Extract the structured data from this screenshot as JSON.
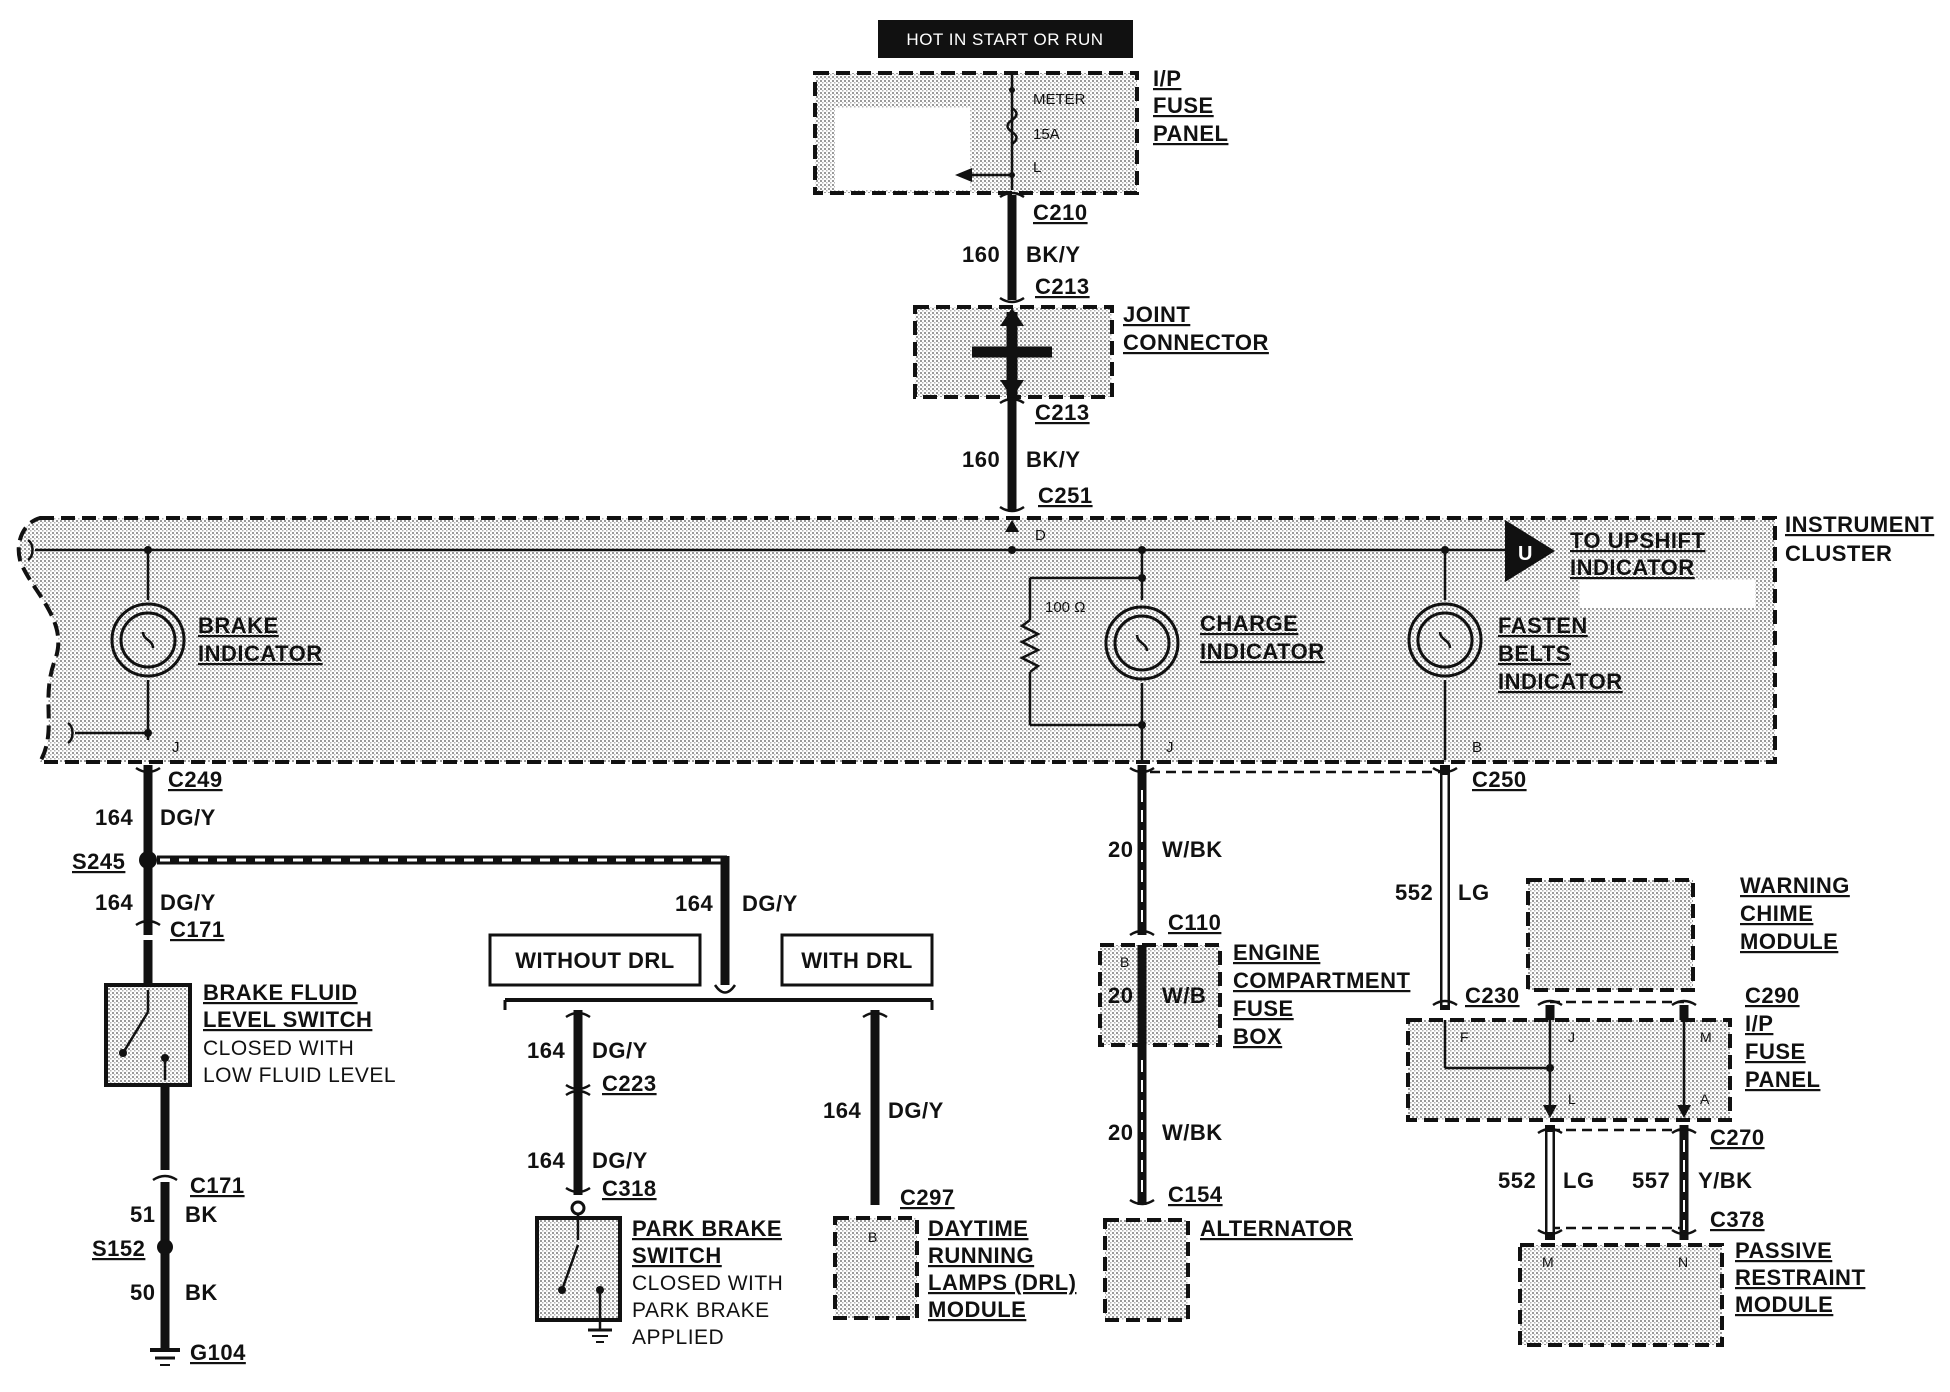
{
  "header": {
    "text": "HOT IN START OR RUN"
  },
  "fuse_panel_top": {
    "name": [
      "I/P",
      "FUSE",
      "PANEL"
    ],
    "fuse_name": "METER",
    "fuse_rating": "15A",
    "terminal": "L"
  },
  "joint_connector": {
    "name": [
      "JOINT",
      "CONNECTOR"
    ]
  },
  "instrument_cluster": {
    "name": [
      "INSTRUMENT",
      "CLUSTER"
    ],
    "upshift": [
      "TO UPSHIFT",
      "INDICATOR"
    ],
    "brake": [
      "BRAKE",
      "INDICATOR"
    ],
    "charge": [
      "CHARGE",
      "INDICATOR"
    ],
    "fasten": [
      "FASTEN",
      "BELTS",
      "INDICATOR"
    ],
    "resistor": "100 Ω",
    "pin_d": "D",
    "pin_j_left": "J",
    "pin_j_mid": "J",
    "pin_b": "B"
  },
  "connectors": {
    "c210": "C210",
    "c213a": "C213",
    "c213b": "C213",
    "c251": "C251",
    "c249": "C249",
    "s245": "S245",
    "c171a": "C171",
    "c171b": "C171",
    "s152": "S152",
    "g104": "G104",
    "c223": "C223",
    "c318": "C318",
    "c297": "C297",
    "c110": "C110",
    "c154": "C154",
    "c250": "C250",
    "c230": "C230",
    "c290": "C290",
    "c270": "C270",
    "c378": "C378"
  },
  "wires": {
    "w160a": {
      "num": "160",
      "color": "BK/Y"
    },
    "w160b": {
      "num": "160",
      "color": "BK/Y"
    },
    "w164a": {
      "num": "164",
      "color": "DG/Y"
    },
    "w164b": {
      "num": "164",
      "color": "DG/Y"
    },
    "w164h": {
      "num": "164",
      "color": "DG/Y"
    },
    "w164c": {
      "num": "164",
      "color": "DG/Y"
    },
    "w164d": {
      "num": "164",
      "color": "DG/Y"
    },
    "w164e": {
      "num": "164",
      "color": "DG/Y"
    },
    "w51": {
      "num": "51",
      "color": "BK"
    },
    "w50": {
      "num": "50",
      "color": "BK"
    },
    "w20a": {
      "num": "20",
      "color": "W/BK"
    },
    "w20b": {
      "num": "20",
      "color": "W/B"
    },
    "w20c": {
      "num": "20",
      "color": "W/BK"
    },
    "w552a": {
      "num": "552",
      "color": "LG"
    },
    "w552b": {
      "num": "552",
      "color": "LG"
    },
    "w557": {
      "num": "557",
      "color": "Y/BK"
    }
  },
  "options": {
    "without_drl": "WITHOUT DRL",
    "with_drl": "WITH DRL"
  },
  "brake_fluid": {
    "name": [
      "BRAKE FLUID",
      "LEVEL SWITCH"
    ],
    "desc": [
      "CLOSED WITH",
      "LOW FLUID LEVEL"
    ]
  },
  "park_brake": {
    "name": [
      "PARK BRAKE",
      "SWITCH"
    ],
    "desc": [
      "CLOSED WITH",
      "PARK BRAKE",
      "APPLIED"
    ]
  },
  "drl_module": {
    "name": [
      "DAYTIME",
      "RUNNING",
      "LAMPS (DRL)",
      "MODULE"
    ],
    "pin": "B"
  },
  "engine_fuse": {
    "name": [
      "ENGINE",
      "COMPARTMENT",
      "FUSE",
      "BOX"
    ],
    "pin": "B"
  },
  "alternator": {
    "name": "ALTERNATOR"
  },
  "warning_chime": {
    "name": [
      "WARNING",
      "CHIME",
      "MODULE"
    ]
  },
  "ip_fuse_right": {
    "name": [
      "I/P",
      "FUSE",
      "PANEL"
    ],
    "pins": [
      "F",
      "J",
      "M",
      "L",
      "A"
    ]
  },
  "passive_restraint": {
    "name": [
      "PASSIVE",
      "RESTRAINT",
      "MODULE"
    ],
    "pins": [
      "M",
      "N"
    ]
  }
}
